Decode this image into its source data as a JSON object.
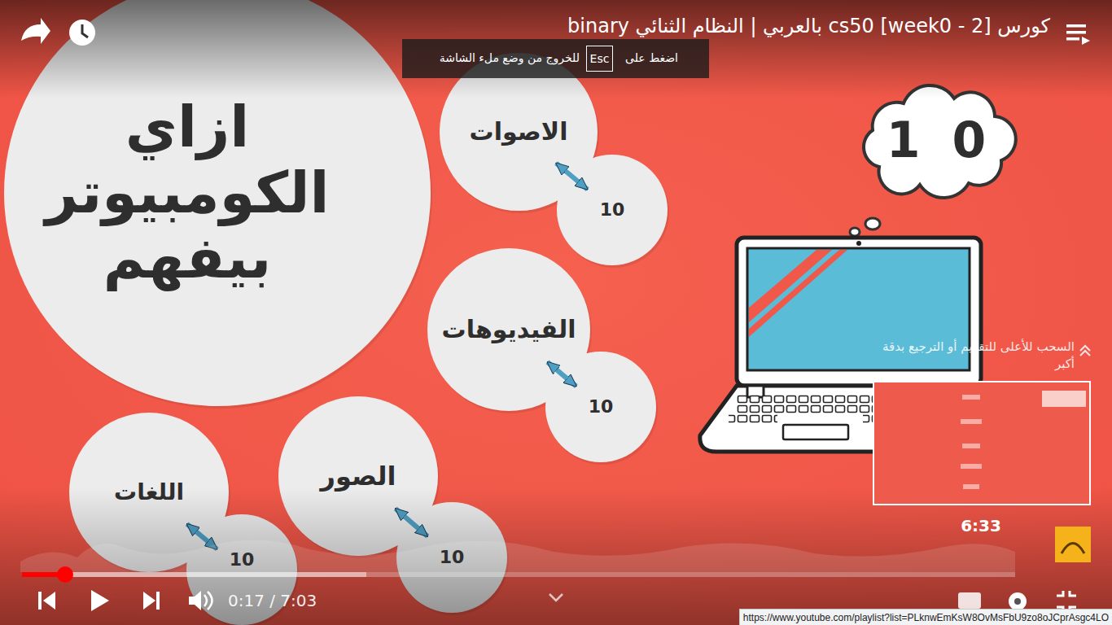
{
  "diagram": {
    "title": "كورس cs50 [week0 - 2] بالعربي | النظام الثنائي binary",
    "nodes": [
      {
        "text": [
          "ازاي الكومبيوتر بيفهم"
        ]
      },
      {
        "text": [
          "الاصوات"
        ]
      },
      {
        "text": [
          "10"
        ]
      },
      {
        "text": [
          "الفيديوهات"
        ]
      },
      {
        "text": [
          "10"
        ]
      },
      {
        "text": [
          "الصور"
        ]
      },
      {
        "text": [
          "10"
        ]
      },
      {
        "text": [
          "اللغات"
        ]
      },
      {
        "text": [
          "10"
        ]
      },
      {
        "text": [
          "1 0"
        ]
      }
    ],
    "edges": [
      {
        "from": 1,
        "to": 2,
        "arrow": "both"
      },
      {
        "from": 3,
        "to": 4,
        "arrow": "both"
      },
      {
        "from": 5,
        "to": 6,
        "arrow": "both"
      },
      {
        "from": 7,
        "to": 8,
        "arrow": "both"
      }
    ],
    "labels": [
      "اضغط على",
      "Esc",
      "للخروج من وضع ملء الشاشة",
      "السحب للأعلى للتقديم أو الترجيع بدقة أكبر",
      "6:33",
      "0:17 / 7:03",
      "https://www.youtube.com/playlist?list=PLknwEmKsW8OvMsFbU9zo8oJCprAsgc4LO"
    ]
  }
}
